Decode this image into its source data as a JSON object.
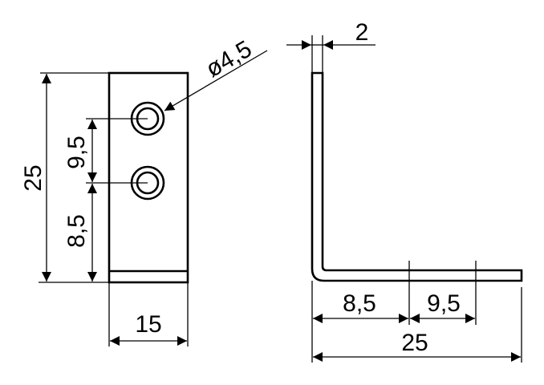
{
  "drawing": {
    "front_view": {
      "height_label": "25",
      "hole_spacing_label": "9,5",
      "hole_edge_label": "8,5",
      "width_label": "15",
      "hole_diameter_label": "ø4,5"
    },
    "side_view": {
      "thickness_label": "2",
      "hole_edge_label": "8,5",
      "hole_spacing_label": "9,5",
      "length_label": "25"
    }
  }
}
